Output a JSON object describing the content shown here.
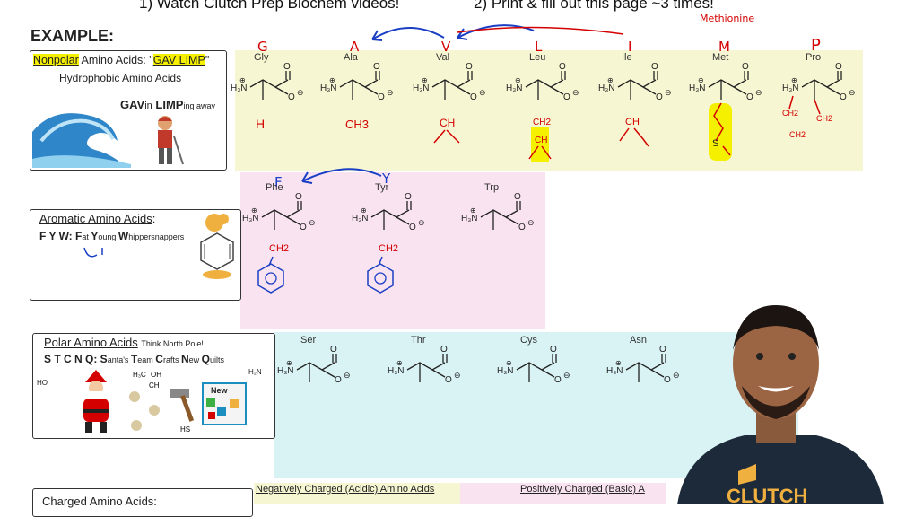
{
  "instructions": {
    "step1": "1)  Watch Clutch Prep Biochem videos!",
    "step2": "2) Print & fill out this page ~3 times!"
  },
  "example_label": "EXAMPLE:",
  "nonpolar": {
    "title_prefix": "Nonpolar",
    "title_mid": " Amino Acids: \"",
    "title_mnemonic": "GAV LIMP",
    "title_end": "\"",
    "subtitle": "Hydrophobic Amino Acids",
    "gav": "GAV",
    "in": "in",
    "limp": "LIMP",
    "ing_away": "ing away",
    "amino_acids": [
      {
        "abbr": "Gly",
        "letter": "G",
        "sidechain": "H"
      },
      {
        "abbr": "Ala",
        "letter": "A",
        "sidechain": "CH3"
      },
      {
        "abbr": "Val",
        "letter": "V",
        "sidechain": "CH"
      },
      {
        "abbr": "Leu",
        "letter": "L",
        "sidechain": "CH2"
      },
      {
        "abbr": "Ile",
        "letter": "I",
        "sidechain": "CH"
      },
      {
        "abbr": "Met",
        "letter": "M",
        "sidechain": "S"
      },
      {
        "abbr": "Pro",
        "letter": "P",
        "sidechain": "CH2"
      }
    ],
    "met_note": "Methionine"
  },
  "aromatic": {
    "title": "Aromatic Amino Acids",
    "letters": "F Y W: ",
    "f": "F",
    "f_rest": "at ",
    "y": "Y",
    "y_rest": "oung ",
    "w": "W",
    "w_rest": "hippersnappers",
    "amino_acids": [
      {
        "abbr": "Phe",
        "letter": "F",
        "sidechain": "CH2"
      },
      {
        "abbr": "Tyr",
        "letter": "Y",
        "sidechain": "CH2"
      },
      {
        "abbr": "Trp",
        "letter": "",
        "sidechain": ""
      }
    ]
  },
  "polar": {
    "title": "Polar Amino Acids",
    "note": "Think North Pole!",
    "letters": "S T C N Q: ",
    "s": "S",
    "s_rest": "anta's ",
    "t": "T",
    "t_rest": "eam ",
    "c": "C",
    "c_rest": "rafts ",
    "n": "N",
    "n_rest": "ew ",
    "q": "Q",
    "q_rest": "uilts",
    "new_label": "New",
    "amino_acids": [
      {
        "abbr": "Ser"
      },
      {
        "abbr": "Thr"
      },
      {
        "abbr": "Cys"
      },
      {
        "abbr": "Asn"
      }
    ]
  },
  "charged": {
    "title": "Charged Amino Acids:",
    "negative": "Negatively Charged (Acidic) Amino Acids",
    "positive": "Positively Charged (Basic) A"
  },
  "chem": {
    "h3n": "H₃N",
    "o": "O",
    "plus": "⊕",
    "minus": "⊖",
    "h2n": "H₂N",
    "ho": "HO"
  },
  "colors": {
    "nonpolar_band": "#f7f6d2",
    "aromatic_band": "#f9e3f0",
    "polar_band": "#d9f3f5",
    "ink_red": "#d40000",
    "ink_blue": "#1a3fc4",
    "highlight": "#f5f000"
  },
  "banner": "CLUTCH"
}
